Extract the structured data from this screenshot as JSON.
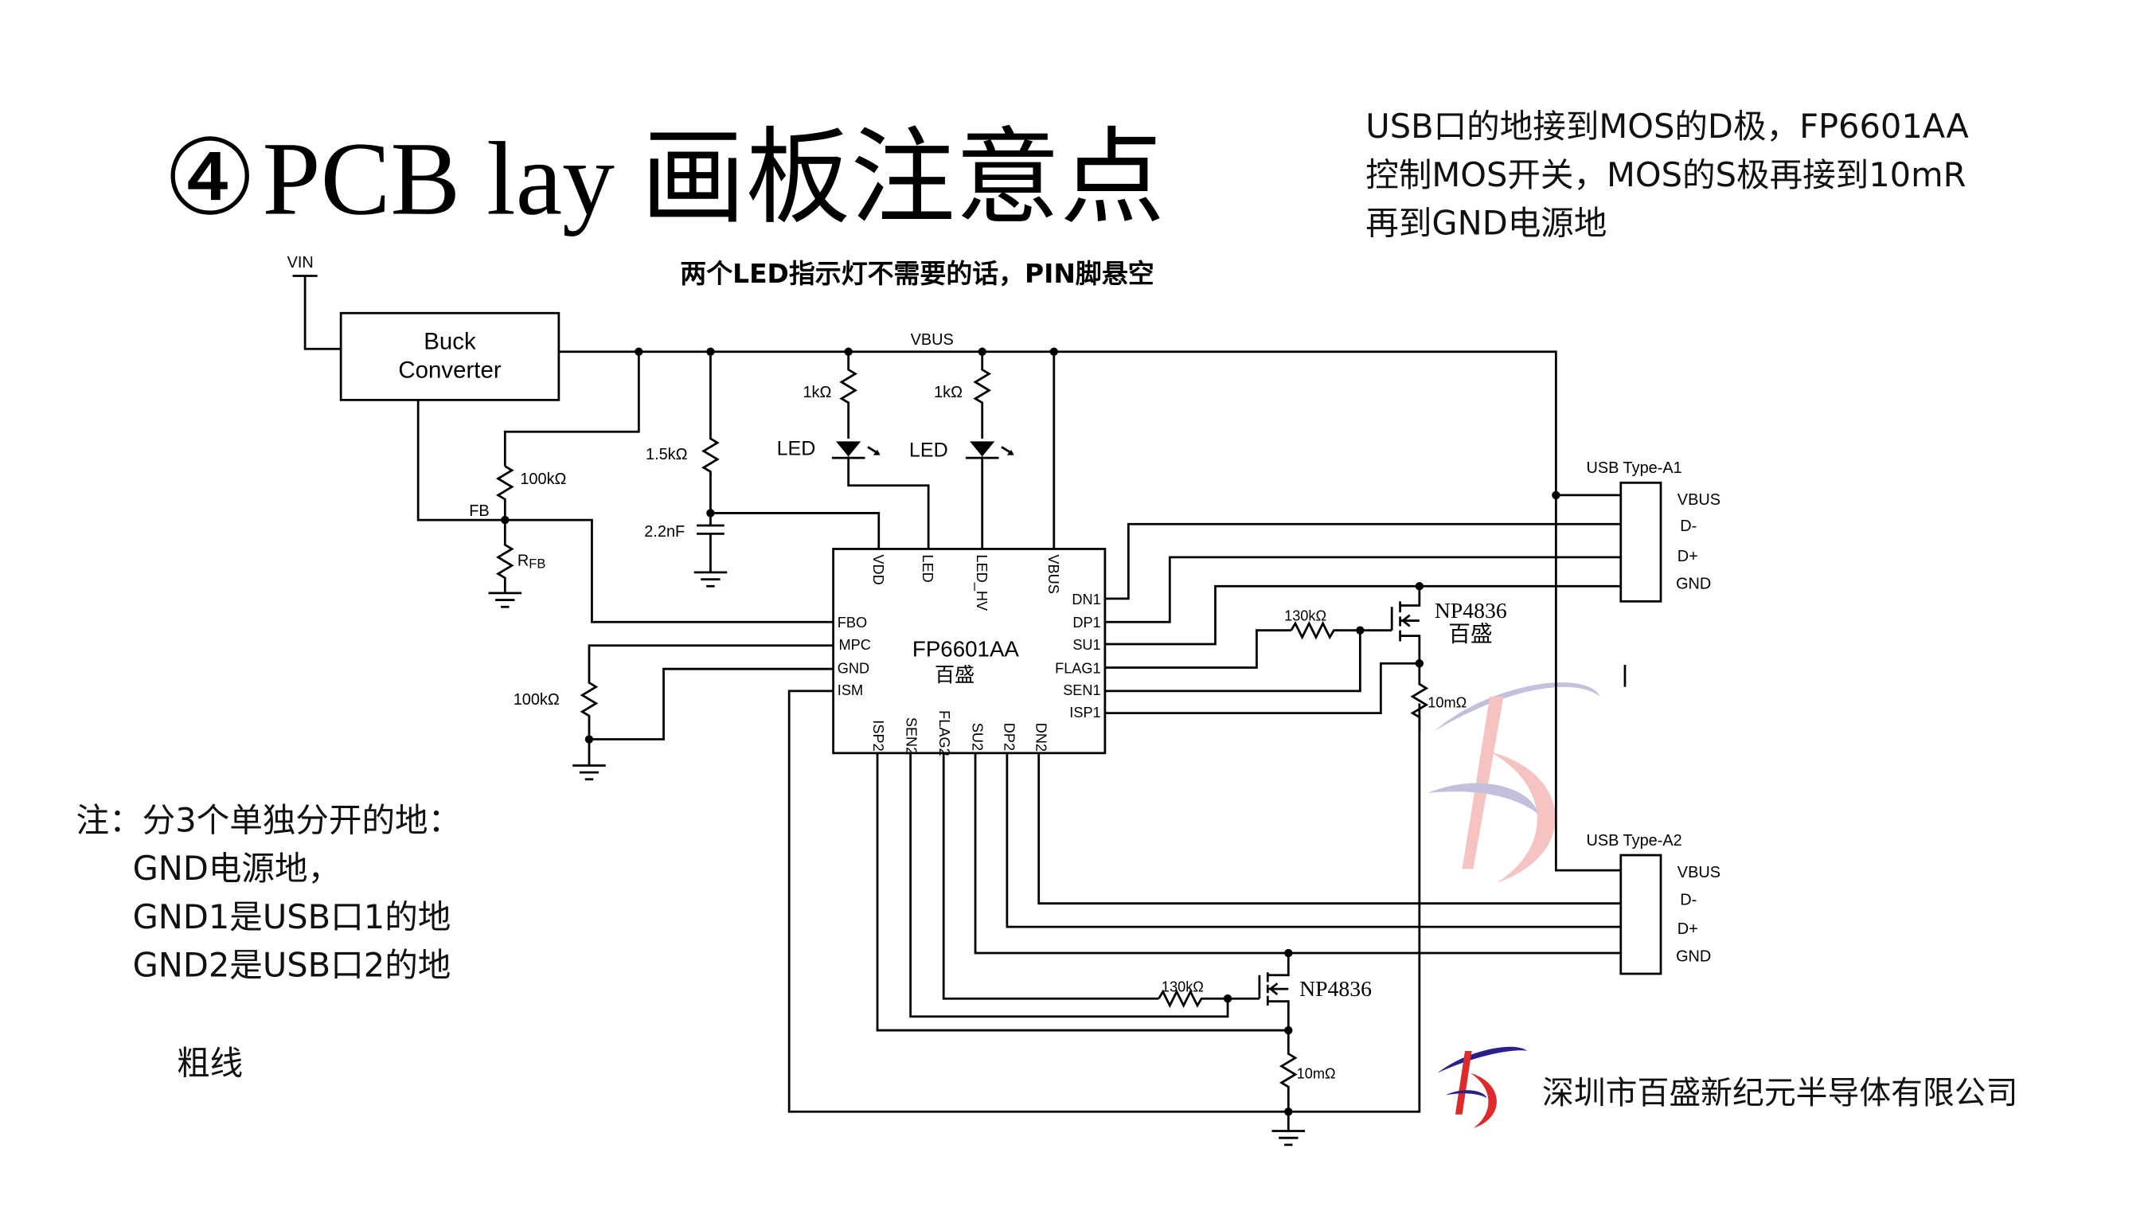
{
  "slide": {
    "title_num": "④",
    "title": "PCB lay 画板注意点",
    "led_note": "两个LED指示灯不需要的话，PIN脚悬空",
    "right_note": [
      "USB口的地接到MOS的D极，FP6601AA",
      "控制MOS开关，MOS的S极再接到10mR",
      "再到GND电源地"
    ],
    "ground_note": [
      "注：分3个单独分开的地：",
      "GND电源地，",
      "GND1是USB口1的地",
      "GND2是USB口2的地"
    ],
    "thick_line_note": "粗线",
    "company_name": "深圳市百盛新纪元半导体有限公司",
    "colors": {
      "logo_red": "#e02a2a",
      "logo_blue": "#2a1f8c",
      "ink": "#000000"
    }
  },
  "schematic": {
    "net_vin": "VIN",
    "net_vbus": "VBUS",
    "buck": [
      "Buck",
      "Converter"
    ],
    "fb_label": "FB",
    "r_fb_top": "100kΩ",
    "r_fb_bottom_main": "R",
    "r_fb_bottom_sub": "FB",
    "r_vdd": "1.5kΩ",
    "c_vdd": "2.2nF",
    "r_led1": "1kΩ",
    "r_led2": "1kΩ",
    "led1": "LED",
    "led2": "LED",
    "r_mpc": "100kΩ",
    "ic": {
      "name": "FP6601AA",
      "brand": "百盛",
      "top_pins": [
        "VDD",
        "LED",
        "LED_HV",
        "VBUS"
      ],
      "left_pins": [
        "FBO",
        "MPC",
        "GND",
        "ISM"
      ],
      "right_pins": [
        "DN1",
        "DP1",
        "SU1",
        "FLAG1",
        "SEN1",
        "ISP1"
      ],
      "bottom_pins": [
        "ISP2",
        "SEN2",
        "FLAG2",
        "SU2",
        "DP2",
        "DN2"
      ]
    },
    "mos1": {
      "name": "NP4836",
      "brand": "百盛",
      "r_gate": "130kΩ",
      "r_sense": "10mΩ"
    },
    "mos2": {
      "name": "NP4836",
      "r_gate": "130kΩ",
      "r_sense": "10mΩ"
    },
    "usb1": {
      "title": "USB Type-A1",
      "pins": [
        "VBUS",
        "D-",
        "D+",
        "GND"
      ]
    },
    "usb2": {
      "title": "USB Type-A2",
      "pins": [
        "VBUS",
        "D-",
        "D+",
        "GND"
      ]
    }
  }
}
